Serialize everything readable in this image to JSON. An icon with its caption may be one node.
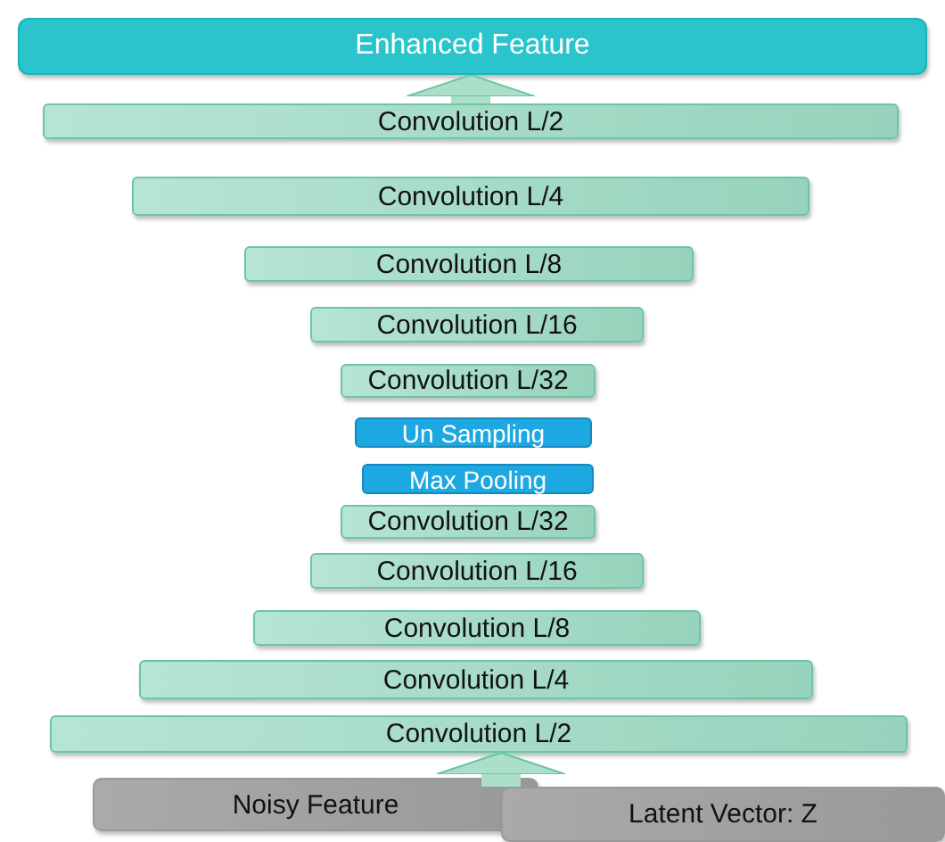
{
  "diagram": {
    "nodes": [
      {
        "text": [
          "Enhanced Feature"
        ]
      },
      {
        "text": [
          "Convolution L/2"
        ]
      },
      {
        "text": [
          "Convolution L/4"
        ]
      },
      {
        "text": [
          "Convolution L/8"
        ]
      },
      {
        "text": [
          "Convolution L/16"
        ]
      },
      {
        "text": [
          "Convolution L/32"
        ]
      },
      {
        "text": [
          "Un Sampling"
        ]
      },
      {
        "text": [
          "Max Pooling"
        ]
      },
      {
        "text": [
          "Convolution L/32"
        ]
      },
      {
        "text": [
          "Convolution L/16"
        ]
      },
      {
        "text": [
          "Convolution L/8"
        ]
      },
      {
        "text": [
          "Convolution L/4"
        ]
      },
      {
        "text": [
          "Convolution L/2"
        ]
      },
      {
        "text": [
          "Noisy Feature"
        ]
      },
      {
        "text": [
          "Latent Vector: Z"
        ]
      }
    ],
    "edges": [
      {
        "from": 1,
        "to": 0,
        "arrow": "to"
      },
      {
        "from": 13,
        "to": 12,
        "arrow": "to"
      },
      {
        "from": 14,
        "to": 12,
        "arrow": "to"
      }
    ]
  }
}
